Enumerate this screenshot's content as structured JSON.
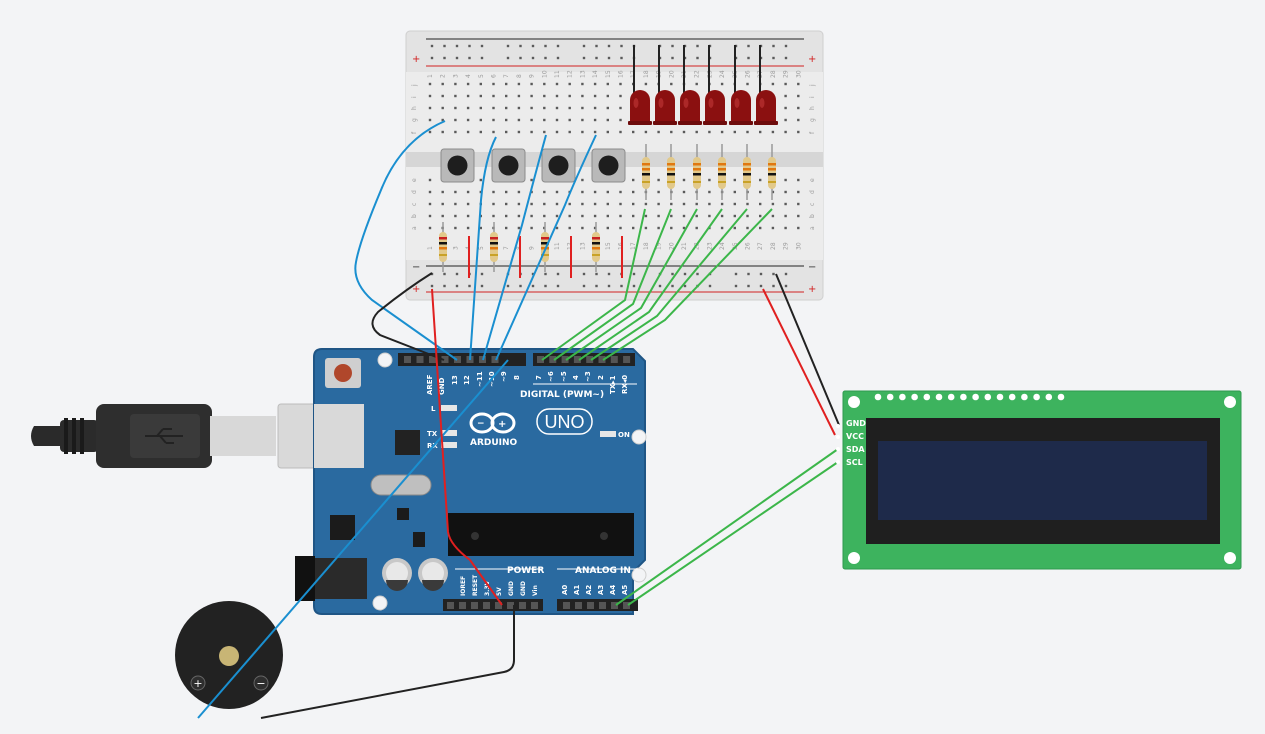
{
  "breadboard": {
    "row_letters_top": [
      "j",
      "i",
      "h",
      "g",
      "f"
    ],
    "row_letters_bottom": [
      "e",
      "d",
      "c",
      "b",
      "a"
    ],
    "plus_sign": "+",
    "minus_sign": "−",
    "column_numbers": [
      "1",
      "2",
      "3",
      "4",
      "5",
      "6",
      "7",
      "8",
      "9",
      "10",
      "11",
      "12",
      "13",
      "14",
      "15",
      "16",
      "17",
      "18",
      "19",
      "20",
      "21",
      "22",
      "23",
      "24",
      "25",
      "26",
      "27",
      "28",
      "29",
      "30"
    ]
  },
  "arduino": {
    "brand": "ARDUINO",
    "model": "UNO",
    "digital_header": "DIGITAL (PWM~)",
    "power_header": "POWER",
    "analog_header": "ANALOG IN",
    "led_l": "L",
    "led_tx": "TX",
    "led_rx": "RX",
    "led_on": "ON",
    "digital_pins_left": [
      "AREF",
      "GND",
      "13",
      "12",
      "~11",
      "~10",
      "~9",
      "8"
    ],
    "digital_pins_right": [
      "7",
      "~6",
      "~5",
      "4",
      "~3",
      "2",
      "TX▸1",
      "RX◂0"
    ],
    "power_pins": [
      "IOREF",
      "RESET",
      "3.3V",
      "5V",
      "GND",
      "GND",
      "Vin"
    ],
    "analog_pins": [
      "A0",
      "A1",
      "A2",
      "A3",
      "A4",
      "A5"
    ]
  },
  "lcd": {
    "pins": [
      "GND",
      "VCC",
      "SDA",
      "SCL"
    ]
  },
  "buzzer": {
    "plus": "+",
    "minus": "−"
  },
  "colors": {
    "background": "#f3f4f6",
    "wire_blue": "#1a8fd0",
    "wire_green": "#3cb64a",
    "wire_red": "#e02020",
    "wire_black": "#222222",
    "arduino_board": "#2a6aa0",
    "lcd_board": "#3db35e",
    "lcd_screen": "#1e2a4a",
    "led_red": "#8b1010"
  }
}
